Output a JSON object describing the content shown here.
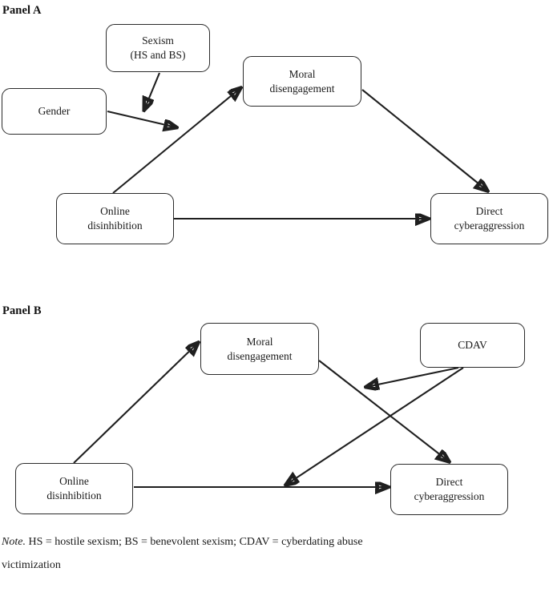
{
  "figure": {
    "panels": [
      {
        "heading": "Panel A",
        "nodes": [
          {
            "id": "sexism",
            "label": "Sexism\n(HS and BS)"
          },
          {
            "id": "gender",
            "label": "Gender"
          },
          {
            "id": "moral",
            "label": "Moral\ndisengagement"
          },
          {
            "id": "online",
            "label": "Online\ndisinhibition"
          },
          {
            "id": "direct",
            "label": "Direct\ncyberaggression"
          }
        ],
        "edges": [
          {
            "from": "online",
            "to": "moral",
            "kind": "direct-arrow"
          },
          {
            "from": "moral",
            "to": "direct",
            "kind": "direct-arrow"
          },
          {
            "from": "online",
            "to": "direct",
            "kind": "direct-arrow"
          },
          {
            "from": "sexism",
            "to": "online-moral-path",
            "kind": "moderator-arrow"
          },
          {
            "from": "gender",
            "to": "online-moral-path",
            "kind": "moderator-arrow"
          }
        ]
      },
      {
        "heading": "Panel B",
        "nodes": [
          {
            "id": "moral",
            "label": "Moral\ndisengagement"
          },
          {
            "id": "cdav",
            "label": "CDAV"
          },
          {
            "id": "online",
            "label": "Online\ndisinhibition"
          },
          {
            "id": "direct",
            "label": "Direct\ncyberaggression"
          }
        ],
        "edges": [
          {
            "from": "online",
            "to": "moral",
            "kind": "direct-arrow"
          },
          {
            "from": "moral",
            "to": "direct",
            "kind": "direct-arrow"
          },
          {
            "from": "online",
            "to": "direct",
            "kind": "direct-arrow"
          },
          {
            "from": "cdav",
            "to": "moral-direct-path",
            "kind": "moderator-arrow"
          },
          {
            "from": "cdav",
            "to": "online-direct-path",
            "kind": "moderator-arrow"
          }
        ]
      }
    ],
    "note": {
      "label": "Note.",
      "line1": " HS = hostile sexism; BS = benevolent sexism; CDAV = cyberdating abuse",
      "line2": "victimization"
    },
    "colors": {
      "stroke": "#1f1f1f",
      "box_border": "#2b2b2b",
      "background": "#ffffff",
      "text": "#1a1a1a"
    }
  }
}
